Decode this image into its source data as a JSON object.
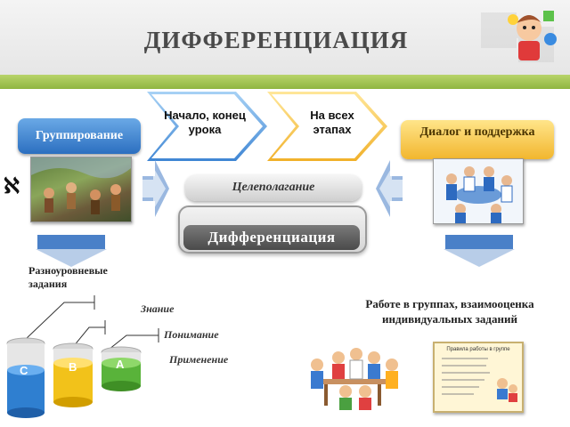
{
  "title": "ДИФФЕРЕНЦИАЦИЯ",
  "chevrons": {
    "start": "Начало, конец урока",
    "all_stages": "На всех этапах"
  },
  "grouping": "Группирование",
  "dialog": "Диалог и поддержка",
  "goal_setting": "Целеполагание",
  "differentiation": "Дифференциация",
  "multilevel_tasks": "Разноуровневые задания",
  "levels": {
    "knowledge": "Знание",
    "understanding": "Понимание",
    "application": "Применение"
  },
  "cylinders": {
    "c": "C",
    "b": "B",
    "a": "A"
  },
  "group_work": "Работе в группах, взаимооценка индивидуальных заданий",
  "rules_card_title": "Правила работы в группе",
  "colors": {
    "green_accent": "#8fb540",
    "blue": "#2c6fc0",
    "yellow": "#f2b62e"
  }
}
